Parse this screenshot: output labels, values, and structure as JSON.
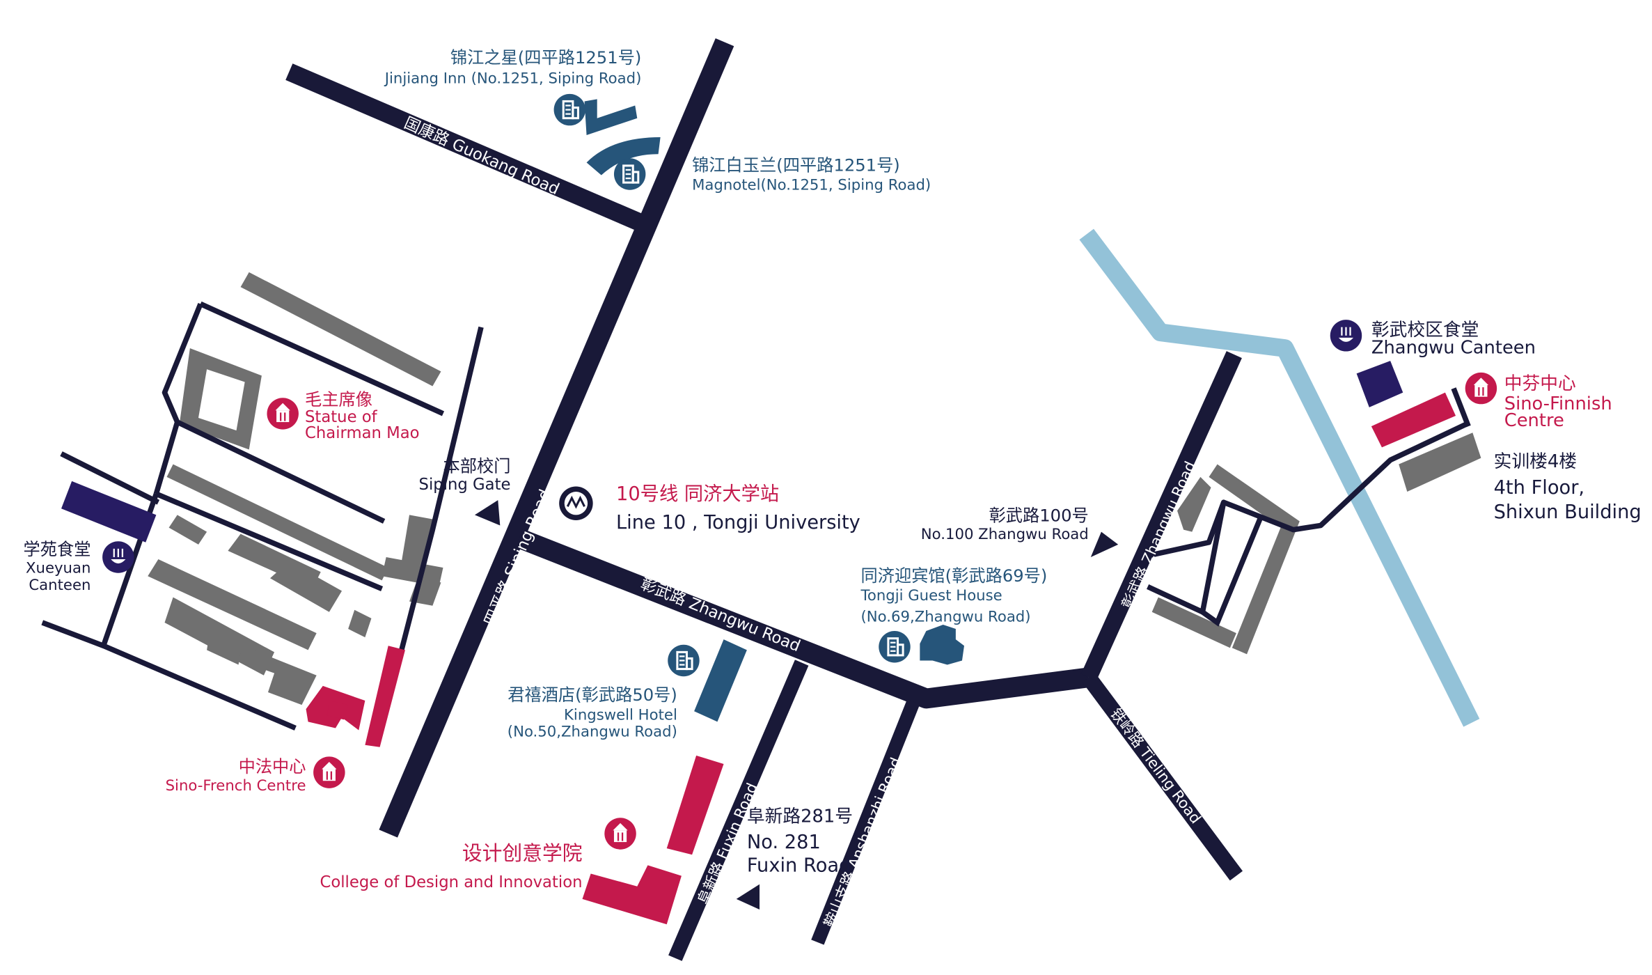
{
  "colors": {
    "road": "#191938",
    "building_gray": "#707070",
    "highlight_red": "#c4194c",
    "hotel_teal": "#26557a",
    "canteen_purple": "#271c63",
    "river": "#93c2d8"
  },
  "roads": {
    "guokang": "国康路  Guokang Road",
    "siping": "四平路  Siping Road",
    "zhangwu_main": "彰武路  Zhangwu Road",
    "fuxin": "阜新路  Fuxin Road",
    "anshanzhi": "鞍山支路  Anshanzhi Road",
    "tieling": "铁岭路  Tieling Road",
    "zhangwu_east": "彰武路  Zhangwu Road"
  },
  "places": {
    "jinjiang_inn": {
      "zh": "锦江之星(四平路1251号)",
      "en": "Jinjiang Inn (No.1251, Siping Road)",
      "icon": "hotel-icon"
    },
    "magnotel": {
      "zh": "锦江白玉兰(四平路1251号)",
      "en": "Magnotel(No.1251, Siping Road)",
      "icon": "hotel-icon"
    },
    "mao_statue": {
      "zh": "毛主席像",
      "en1": "Statue of",
      "en2": "Chairman Mao",
      "icon": "landmark-icon"
    },
    "siping_gate": {
      "zh": "本部校门",
      "en": "Siping Gate"
    },
    "metro": {
      "zh": "10号线 同济大学站",
      "en": "Line 10 , Tongji University",
      "icon": "metro-icon"
    },
    "xueyuan_canteen": {
      "zh": "学苑食堂",
      "en1": "Xueyuan",
      "en2": "Canteen",
      "icon": "canteen-icon"
    },
    "sino_french": {
      "zh": "中法中心",
      "en": "Sino-French Centre",
      "icon": "landmark-icon"
    },
    "design_college": {
      "zh": "设计创意学院",
      "en": "College of Design and Innovation",
      "icon": "landmark-icon"
    },
    "kingswell": {
      "zh": "君禧酒店(彰武路50号)",
      "en1": "Kingswell Hotel",
      "en2": "(No.50,Zhangwu Road)",
      "icon": "hotel-icon"
    },
    "fuxin_281": {
      "zh": "阜新路281号",
      "en1": "No. 281",
      "en2": "Fuxin Road"
    },
    "guest_house": {
      "zh": "同济迎宾馆(彰武路69号)",
      "en1": "Tongji Guest House",
      "en2": "(No.69,Zhangwu Road)",
      "icon": "hotel-icon"
    },
    "zhangwu_100": {
      "zh": "彰武路100号",
      "en": "No.100 Zhangwu Road"
    },
    "zhangwu_canteen": {
      "zh": "彰武校区食堂",
      "en": "Zhangwu Canteen",
      "icon": "canteen-icon"
    },
    "sino_finnish": {
      "zh": "中芬中心",
      "en1": "Sino-Finnish",
      "en2": "Centre",
      "icon": "landmark-icon"
    },
    "shixun": {
      "zh": "实训楼4楼",
      "en1": "4th Floor,",
      "en2": "Shixun Building"
    }
  }
}
